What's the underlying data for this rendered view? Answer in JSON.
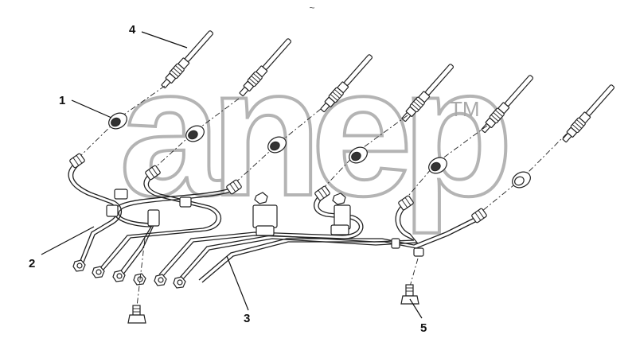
{
  "header_mark": "~",
  "watermark": {
    "text": "anep",
    "trademark": "TM"
  },
  "callouts": [
    {
      "id": "1",
      "label": "1"
    },
    {
      "id": "2",
      "label": "2"
    },
    {
      "id": "3",
      "label": "3"
    },
    {
      "id": "4",
      "label": "4"
    },
    {
      "id": "5",
      "label": "5"
    }
  ],
  "colors": {
    "line": "#222222",
    "watermark": "#b4b4b4",
    "background": "#ffffff"
  }
}
